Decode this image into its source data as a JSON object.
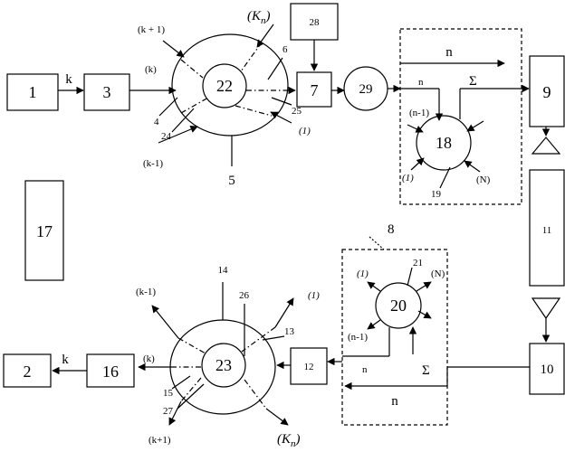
{
  "blocks": {
    "b1": "1",
    "b3": "3",
    "b28": "28",
    "b7": "7",
    "b9": "9",
    "b17": "17",
    "b11": "11",
    "b10": "10",
    "b12": "12",
    "b16": "16",
    "b2": "2"
  },
  "circles": {
    "c22": "22",
    "c29": "29",
    "c18": "18",
    "c20": "20",
    "c23": "23"
  },
  "inputs": {
    "k_top": "k",
    "k_bottom": "k",
    "n_top": "n",
    "n_bottom": "n",
    "n_inner_top": "n",
    "n_inner_bottom": "n",
    "sigma_top": "Σ",
    "sigma_bottom": "Σ"
  },
  "callouts": {
    "l4": "4",
    "l5": "5",
    "l6": "6",
    "l8": "8",
    "l13": "13",
    "l14": "14",
    "l15": "15",
    "l19": "19",
    "l21": "21",
    "l24": "24",
    "l25": "25",
    "l26": "26",
    "l27": "27"
  },
  "top_ring": {
    "k_plus_1": "(k + 1)",
    "k": "(k)",
    "k_minus_1": "(k-1)",
    "kn": "(K",
    "kn_sub": "n",
    "kn_close": ")",
    "one": "(1)"
  },
  "adder_top": {
    "n_minus_1": "(n-1)",
    "one": "(1)",
    "N": "(N)"
  },
  "adder_bottom": {
    "one": "(1)",
    "N": "(N)",
    "n_minus_1": "(n-1)"
  },
  "bottom_ring": {
    "k_minus_1": "(k-1)",
    "k": "(k)",
    "k_plus_1": "(k+1)",
    "one": "(1)",
    "kn": "(K",
    "kn_sub": "n",
    "kn_close": ")"
  }
}
